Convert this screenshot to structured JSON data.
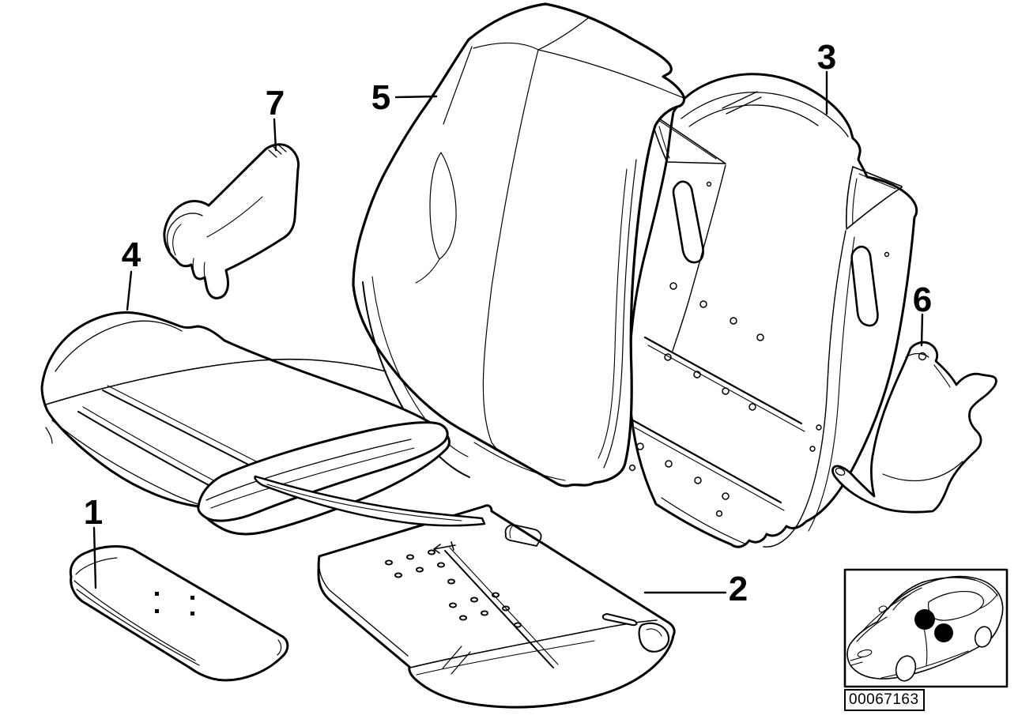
{
  "canvas": {
    "background": "#ffffff",
    "line_color": "#000000"
  },
  "callouts": [
    {
      "label": "1"
    },
    {
      "label": "2"
    },
    {
      "label": "3"
    },
    {
      "label": "4"
    },
    {
      "label": "5"
    },
    {
      "label": "6"
    },
    {
      "label": "7"
    }
  ],
  "inset": {
    "image_code": "00067163"
  }
}
